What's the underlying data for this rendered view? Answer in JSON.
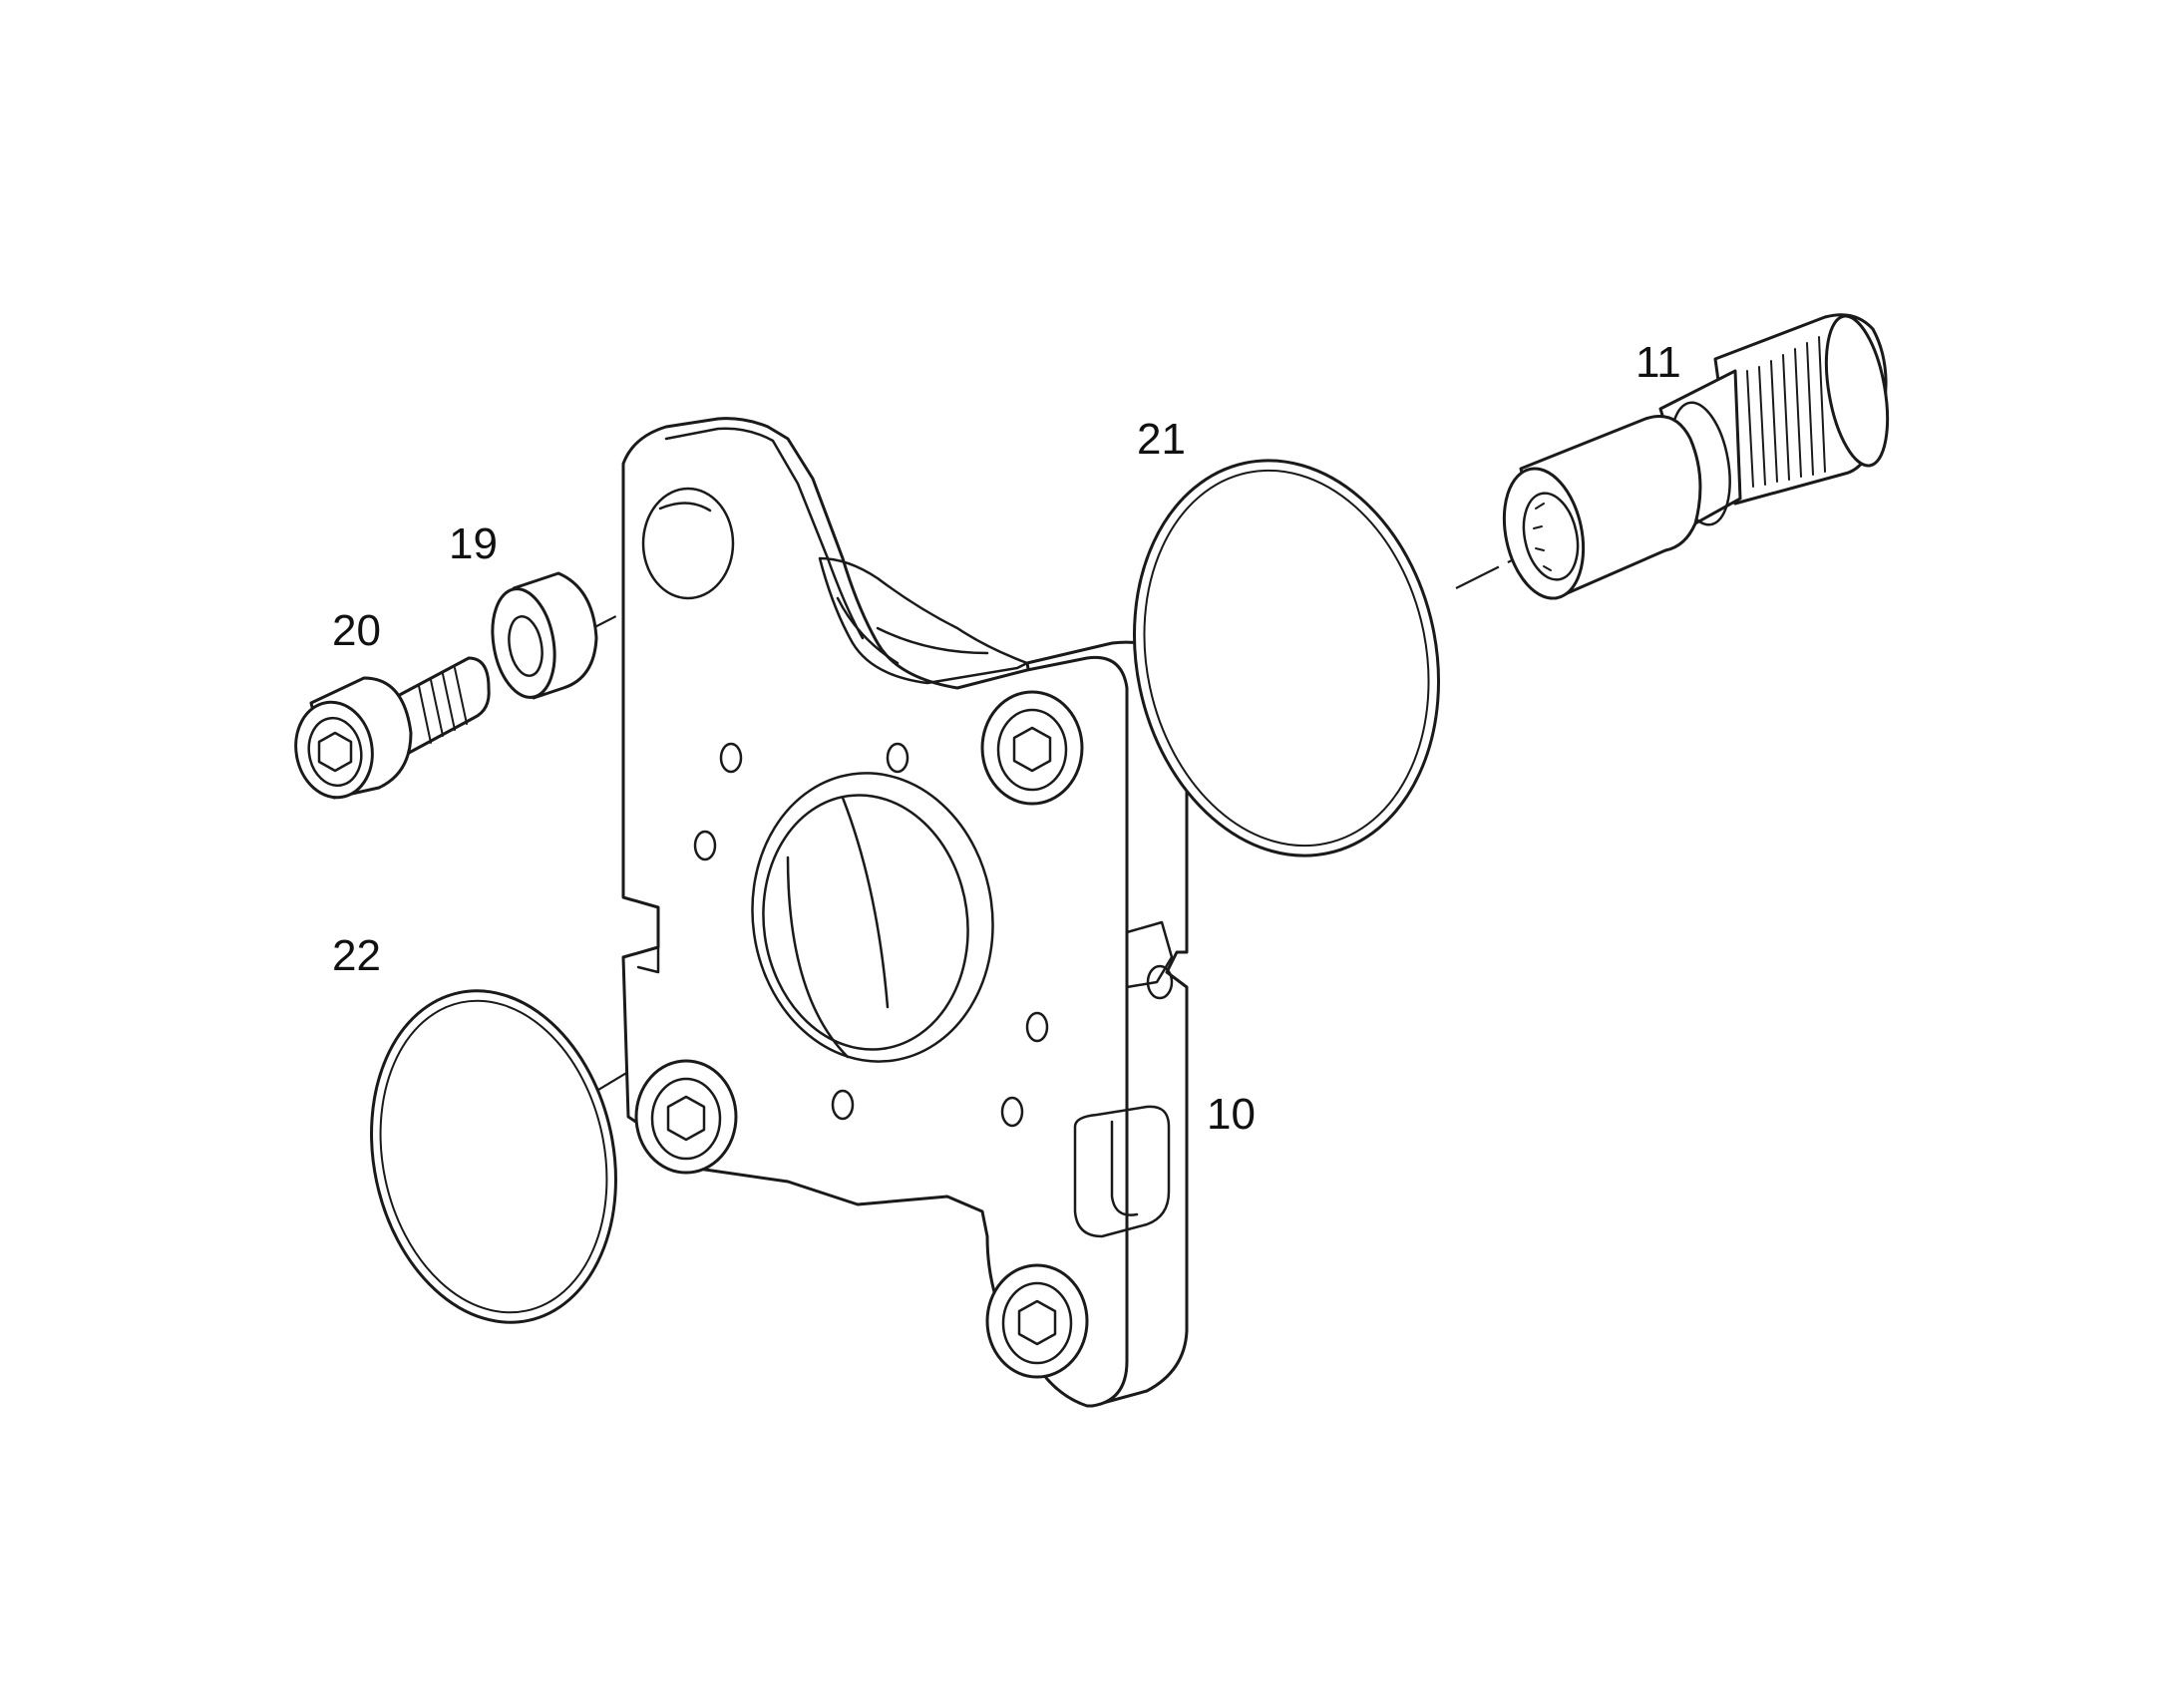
{
  "callouts": {
    "shaft": "11",
    "o_ring_large": "21",
    "washer": "19",
    "screw": "20",
    "o_ring_small": "22",
    "plate": "10"
  },
  "colors": {
    "line": "#1a1a1a",
    "background": "#ffffff"
  }
}
